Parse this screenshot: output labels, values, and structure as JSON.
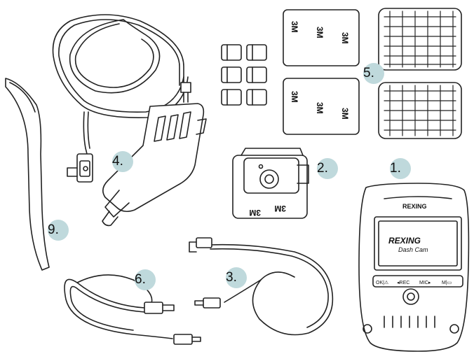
{
  "labels": {
    "item1": "1.",
    "item2": "2.",
    "item3": "3.",
    "item4": "4.",
    "item5": "5.",
    "item6": "6.",
    "item9": "9."
  },
  "adhesive": {
    "brand": "3M"
  },
  "dashcam": {
    "logo_top": "REXING",
    "screen_logo": "REXING",
    "screen_sub": "Dash Cam",
    "btn_ok": "OK|⚠",
    "btn_rec": "◂REC",
    "btn_mic": "MIC▸",
    "btn_menu": "M|▭"
  },
  "colors": {
    "badge": "#bfd9dc",
    "line": "#222222",
    "pad_fill": "#eeeeee"
  }
}
